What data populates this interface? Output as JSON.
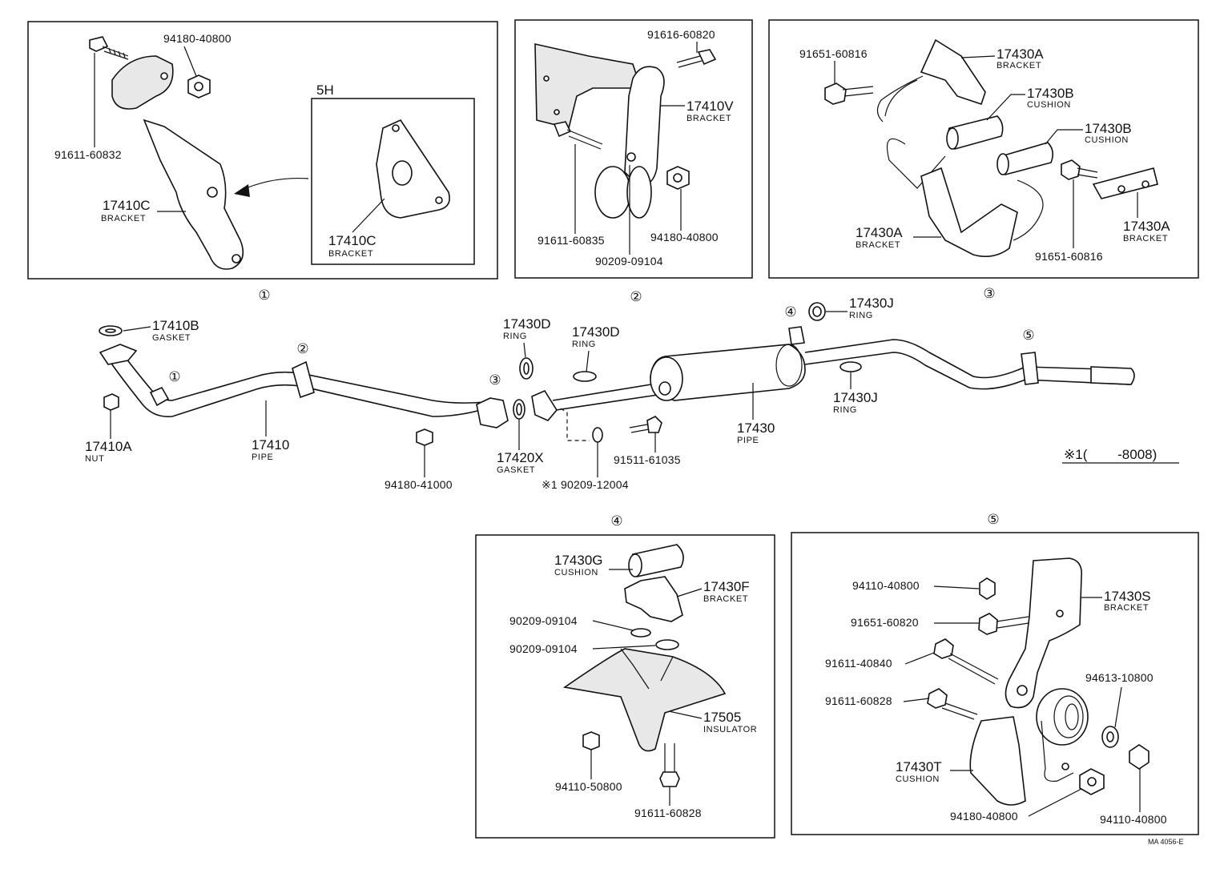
{
  "callouts": {
    "c1": "①",
    "c2": "②",
    "c3": "③",
    "c4": "④",
    "c5": "⑤"
  },
  "panel1": {
    "p_94180_40800": "94180-40800",
    "p_91611_60832": "91611-60832",
    "p_17410C_a": "17410C",
    "p_17410C_a_sub": "BRACKET",
    "inset_title": "5H",
    "p_17410C_b": "17410C",
    "p_17410C_b_sub": "BRACKET"
  },
  "panel2": {
    "p_91616_60820": "91616-60820",
    "p_17410V": "17410V",
    "p_17410V_sub": "BRACKET",
    "p_91611_60835": "91611-60835",
    "p_94180_40800": "94180-40800",
    "p_90209_09104": "90209-09104"
  },
  "panel3": {
    "p_91651_60816_a": "91651-60816",
    "p_17430A_a": "17430A",
    "p_17430A_a_sub": "BRACKET",
    "p_17430B_a": "17430B",
    "p_17430B_a_sub": "CUSHION",
    "p_17430B_b": "17430B",
    "p_17430B_b_sub": "CUSHION",
    "p_17430A_b": "17430A",
    "p_17430A_b_sub": "BRACKET",
    "p_17430A_c": "17430A",
    "p_17430A_c_sub": "BRACKET",
    "p_91651_60816_b": "91651-60816"
  },
  "main": {
    "p_17410B": "17410B",
    "p_17410B_sub": "GASKET",
    "p_17410A": "17410A",
    "p_17410A_sub": "NUT",
    "p_17410": "17410",
    "p_17410_sub": "PIPE",
    "p_94180_41000": "94180-41000",
    "p_17430D_a": "17430D",
    "p_17430D_a_sub": "RING",
    "p_17430D_b": "17430D",
    "p_17430D_b_sub": "RING",
    "p_17420X": "17420X",
    "p_17420X_sub": "GASKET",
    "p_90209_12004": "※1 90209-12004",
    "p_91511_61035": "91511-61035",
    "p_17430": "17430",
    "p_17430_sub": "PIPE",
    "p_17430J_a": "17430J",
    "p_17430J_a_sub": "RING",
    "p_17430J_b": "17430J",
    "p_17430J_b_sub": "RING",
    "note": "※1(        -8008)"
  },
  "panel4": {
    "p_17430G": "17430G",
    "p_17430G_sub": "CUSHION",
    "p_17430F": "17430F",
    "p_17430F_sub": "BRACKET",
    "p_90209_09104_a": "90209-09104",
    "p_90209_09104_b": "90209-09104",
    "p_17505": "17505",
    "p_17505_sub": "INSULATOR",
    "p_94110_50800": "94110-50800",
    "p_91611_60828": "91611-60828"
  },
  "panel5": {
    "p_94110_40800_a": "94110-40800",
    "p_91651_60820": "91651-60820",
    "p_91611_40840": "91611-40840",
    "p_91611_60828": "91611-60828",
    "p_17430S": "17430S",
    "p_17430S_sub": "BRACKET",
    "p_94613_10800": "94613-10800",
    "p_17430T": "17430T",
    "p_17430T_sub": "CUSHION",
    "p_94180_40800": "94180-40800",
    "p_94110_40800_b": "94110-40800"
  },
  "ref_code": "MA 4056-E"
}
